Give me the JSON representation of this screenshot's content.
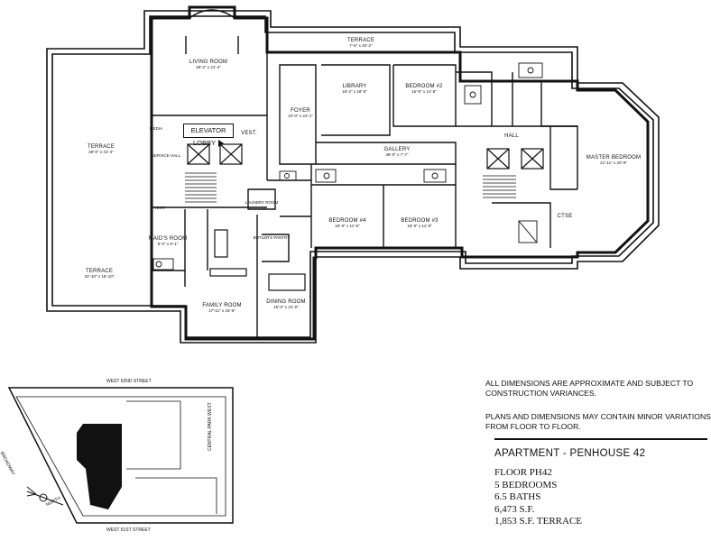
{
  "rooms": {
    "living_room": {
      "name": "LIVING ROOM",
      "dims": "28'-2\" x 21'-4\""
    },
    "terrace_top": {
      "name": "TERRACE",
      "dims": "7'-6\" x 40'-2\""
    },
    "library": {
      "name": "LIBRARY",
      "dims": "18'-2\" x 18'-5\""
    },
    "bedroom2": {
      "name": "BEDROOM #2",
      "dims": "16'-8\" x 14'-5\""
    },
    "foyer": {
      "name": "FOYER",
      "dims": "10'-0\" x 24'-1\""
    },
    "elevator_lobby": {
      "name": "ELEVATOR LOBBY"
    },
    "vest_top": {
      "name": "VEST."
    },
    "media": {
      "name": "MEDIA"
    },
    "service_hall": {
      "name": "SERVICE HALL"
    },
    "terrace_left": {
      "name": "TERRACE",
      "dims": "28'-0\" x 41'-4\""
    },
    "gallery": {
      "name": "GALLERY",
      "dims": "38'-0\" x 7'-7\""
    },
    "hall": {
      "name": "HALL"
    },
    "master_bedroom": {
      "name": "MASTER BEDROOM",
      "dims": "21'-11\" x 20'-9\""
    },
    "vest_left": {
      "name": "VEST."
    },
    "laundry": {
      "name": "LAUNDRY ROOM"
    },
    "bedroom4": {
      "name": "BEDROOM #4",
      "dims": "18'-0\" x 11'-6\""
    },
    "bedroom3": {
      "name": "BEDROOM #3",
      "dims": "18'-0\" x 11'-8\""
    },
    "closet": {
      "name": "CTSE"
    },
    "maids_room": {
      "name": "MAID'S ROOM",
      "dims": "8'-0\" x 8'-1\""
    },
    "butlers_pantry": {
      "name": "BUTLER'S PANTRY"
    },
    "terrace_lower": {
      "name": "TERRACE",
      "dims": "22'-10\" x 16'-10\""
    },
    "family_room": {
      "name": "FAMILY ROOM",
      "dims": "17'-11\" x 15'-6\""
    },
    "dining_room": {
      "name": "DINING ROOM",
      "dims": "15'-0\" x 21'-0\""
    }
  },
  "site_plan": {
    "street_top": "WEST 62ND STREET",
    "street_bottom": "WEST 61ST STREET",
    "street_right": "CENTRAL PARK WEST",
    "street_left": "BROADWAY",
    "north": "NORTH"
  },
  "notes": {
    "note1_line1": "ALL DIMENSIONS ARE APPROXIMATE AND SUBJECT TO",
    "note1_line2": "CONSTRUCTION VARIANCES.",
    "note2_line1": "PLANS AND DIMENSIONS MAY CONTAIN MINOR VARIATIONS",
    "note2_line2": "FROM FLOOR TO FLOOR."
  },
  "apartment": {
    "title": "APARTMENT - PENHOUSE 42",
    "floor": "FLOOR PH42",
    "bedrooms": "5 BEDROOMS",
    "baths": "6.5 BATHS",
    "area": "6,473 S.F.",
    "terrace": "1,853 S.F. TERRACE"
  }
}
